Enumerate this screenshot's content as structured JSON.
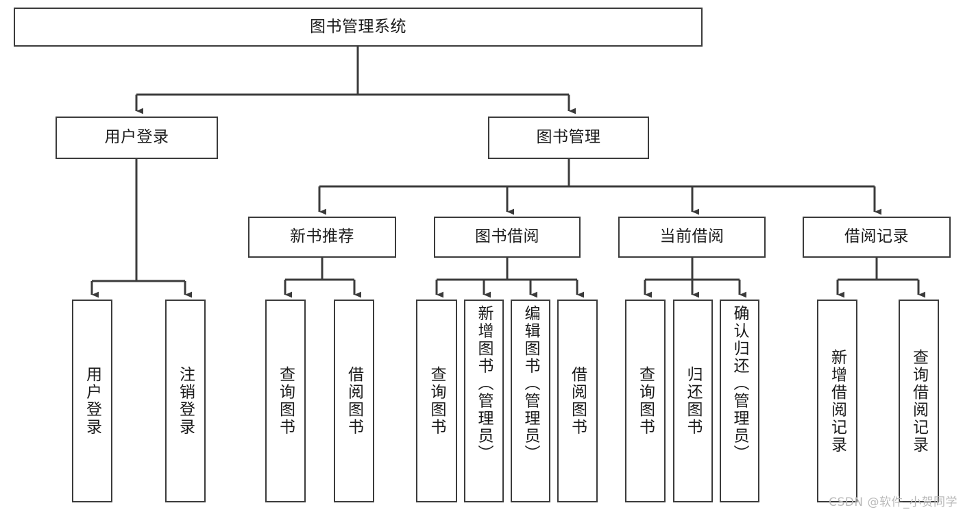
{
  "diagram": {
    "title": "图书管理系统",
    "type": "hierarchy-tree",
    "root": {
      "label": "图书管理系统"
    },
    "level2": [
      {
        "label": "用户登录"
      },
      {
        "label": "图书管理"
      }
    ],
    "level3": [
      {
        "label": "新书推荐"
      },
      {
        "label": "图书借阅"
      },
      {
        "label": "当前借阅"
      },
      {
        "label": "借阅记录"
      }
    ],
    "leaves": {
      "user_login": [
        {
          "label": "用户登录"
        },
        {
          "label": "注销登录"
        }
      ],
      "new_book_recommend": [
        {
          "label": "查询图书"
        },
        {
          "label": "借阅图书"
        }
      ],
      "book_borrow": [
        {
          "label": "查询图书"
        },
        {
          "label": "新增图书（管理员）"
        },
        {
          "label": "编辑图书（管理员）"
        },
        {
          "label": "借阅图书"
        }
      ],
      "current_borrow": [
        {
          "label": "查询图书"
        },
        {
          "label": "归还图书"
        },
        {
          "label": "确认归还（管理员）"
        }
      ],
      "borrow_record": [
        {
          "label": "新增借阅记录"
        },
        {
          "label": "查询借阅记录"
        }
      ]
    }
  },
  "watermark": {
    "text": "CSDN @软件_小贺同学"
  },
  "colors": {
    "stroke": "#3b3b3b",
    "background": "#ffffff",
    "text": "#1b1b1b",
    "watermark": "#b9b9b9"
  }
}
